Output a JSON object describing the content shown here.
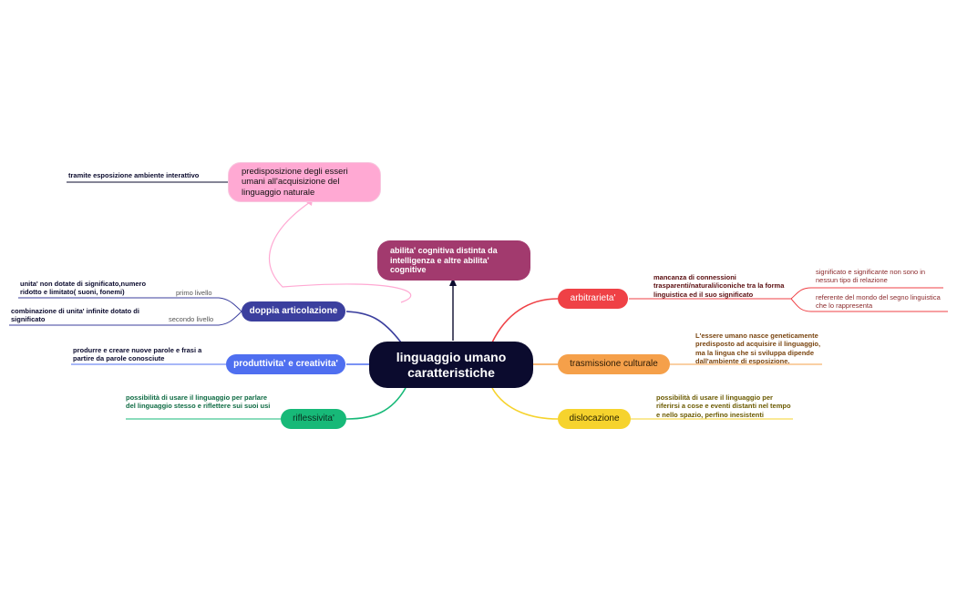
{
  "center": {
    "title": "linguaggio umano caratteristiche"
  },
  "top_nodes": {
    "predisposizione": "predisposizione degli esseri umani all'acquisizione del linguaggio naturale",
    "predisposizione_note": "tramite esposizione ambiente interattivo",
    "abilita": "abilita' cognitiva distinta da intelligenza e altre abilita' cognitive"
  },
  "left": {
    "doppia": {
      "label": "doppia articolazione",
      "primo_level": "primo livello",
      "primo_text": "unita' non dotate di significato,numero ridotto e limitato( suoni, fonemi)",
      "secondo_level": "secondo livello",
      "secondo_text": "combinazione di unita' infinite dotato di significato"
    },
    "produttivita": {
      "label": "produttivita' e creativita'",
      "text": "produrre e creare nuove parole e frasi a partire da parole conosciute"
    },
    "riflessivita": {
      "label": "riflessivita'",
      "text": "possibilità di usare il linguaggio per parlare del linguaggio stesso e riflettere sui suoi usi"
    }
  },
  "right": {
    "arbitrarieta": {
      "label": "arbitrarieta'",
      "text": "mancanza di connessioni trasparenti/naturali/iconiche tra la forma linguistica ed il suo significato",
      "sub1": "significato e significante non sono in nessun tipo di relazione",
      "sub2": "referente del mondo del segno linguistica che lo rappresenta"
    },
    "trasmissione": {
      "label": "trasmissione culturale",
      "text": "L'essere umano nasce geneticamente predisposto ad acquisire il linguaggio, ma la lingua che si sviluppa dipende dall'ambiente di esposizione."
    },
    "dislocazione": {
      "label": "dislocazione",
      "text": "possibilità di usare il linguaggio per riferirsi a cose e eventi distanti nel tempo e nello spazio, perfino inesistenti"
    }
  },
  "colors": {
    "center": "#0b0b2e",
    "doppia": "#3b3f9e",
    "produttivita": "#4f6ff0",
    "riflessivita": "#17b978",
    "arbitrarieta": "#ef4146",
    "trasmissione": "#f5a04a",
    "dislocazione": "#f6d32d",
    "predisposizione": "#ffa9d3",
    "abilita": "#a23a6e"
  }
}
